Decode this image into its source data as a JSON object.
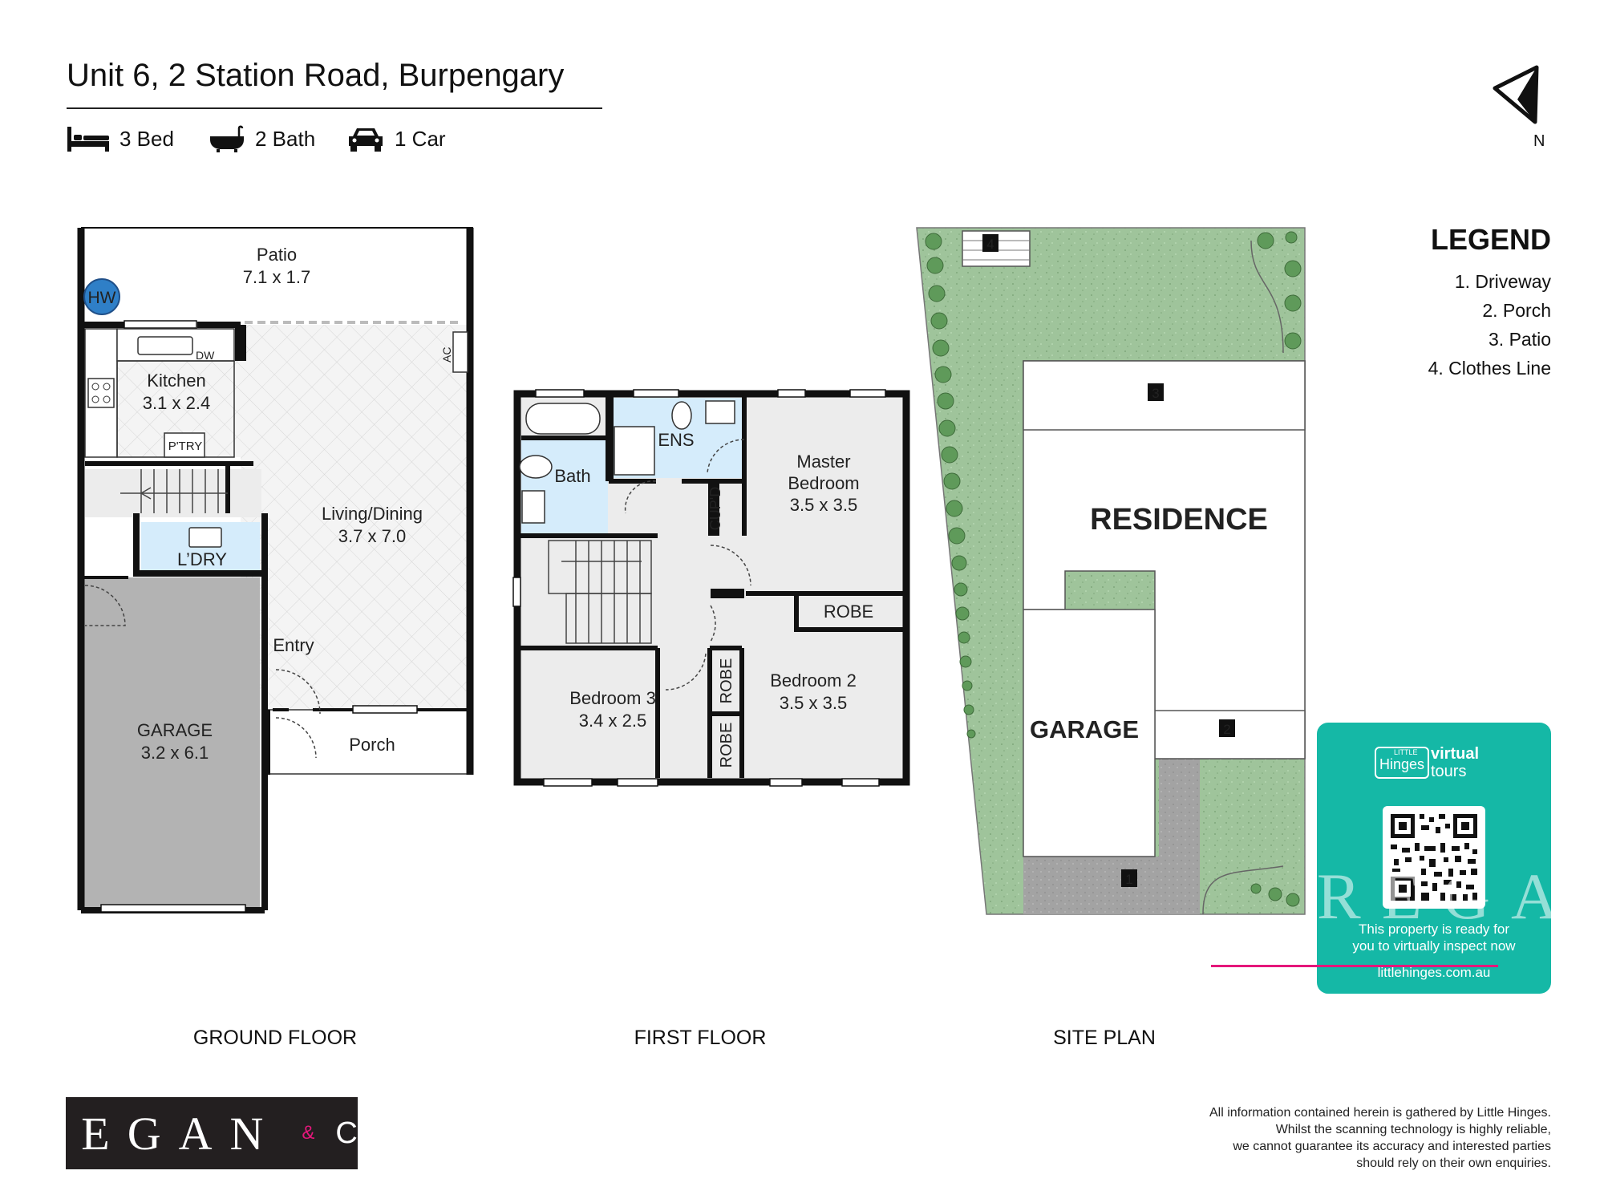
{
  "header": {
    "address": "Unit 6, 2 Station Road, Burpengary",
    "bed_label": "3 Bed",
    "bath_label": "2 Bath",
    "car_label": "1 Car",
    "compass_label": "N"
  },
  "legend": {
    "title": "LEGEND",
    "items": [
      "1. Driveway",
      "2. Porch",
      "3. Patio",
      "4. Clothes Line"
    ]
  },
  "ground_floor": {
    "label": "GROUND FLOOR",
    "patio": "Patio",
    "patio_dim": "7.1 x 1.7",
    "hw": "HW",
    "kitchen": "Kitchen",
    "kitchen_dim": "3.1 x 2.4",
    "dw": "DW",
    "ptry": "P'TRY",
    "ac": "AC",
    "living": "Living/Dining",
    "living_dim": "3.7 x 7.0",
    "laundry": "L’DRY",
    "entry": "Entry",
    "garage": "GARAGE",
    "garage_dim": "3.2 x 6.1",
    "porch": "Porch"
  },
  "first_floor": {
    "label": "FIRST FLOOR",
    "bath": "Bath",
    "ens": "ENS",
    "cupd": "CUP'D",
    "master": "Master",
    "master2": "Bedroom",
    "master_dim": "3.5 x 3.5",
    "robe": "ROBE",
    "bed3": "Bedroom 3",
    "bed3_dim": "3.4 x 2.5",
    "bed2": "Bedroom 2",
    "bed2_dim": "3.5 x 3.5"
  },
  "site_plan": {
    "label": "SITE PLAN",
    "residence": "RESIDENCE",
    "garage": "GARAGE",
    "markers": [
      "1",
      "2",
      "3",
      "4"
    ]
  },
  "promo": {
    "brand_small": "LITTLE",
    "brand": "Hinges",
    "virtual": "virtual",
    "tours": "tours",
    "line1": "This property is ready for",
    "line2": "you to virtually inspect now",
    "url": "littlehinges.com.au",
    "watermark": "REGAN"
  },
  "footer": {
    "logo_regan": "REGAN",
    "logo_amp": "&",
    "logo_co": "CO",
    "disclaimer": [
      "All information contained herein is gathered by Little Hinges.",
      "Whilst the scanning technology is highly reliable,",
      "we cannot guarantee its accuracy and interested parties",
      "should rely on their own enquiries."
    ]
  },
  "colors": {
    "wall": "#111111",
    "garage_fill": "#b3b3b3",
    "wet_area": "#d5ecfb",
    "floor_grey": "#ececec",
    "lawn": "#9ec39a",
    "driveway": "#9a9a9a",
    "promo_bg": "#15b8a6",
    "accent": "#e5177b"
  }
}
